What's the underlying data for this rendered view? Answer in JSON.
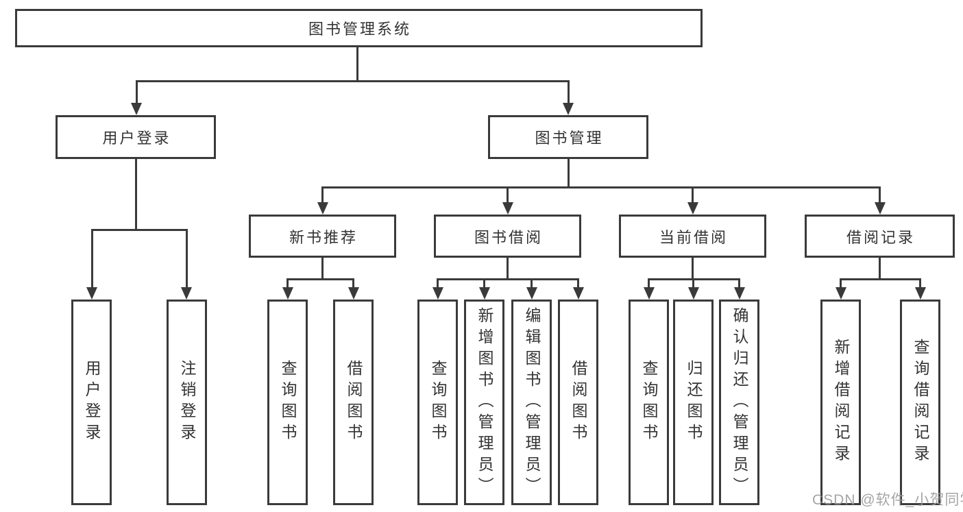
{
  "tree": {
    "root": {
      "label": "图书管理系统"
    },
    "level2": [
      {
        "label": "用户登录"
      },
      {
        "label": "图书管理"
      }
    ],
    "level3": [
      {
        "label": "新书推荐",
        "parent": "图书管理"
      },
      {
        "label": "图书借阅",
        "parent": "图书管理"
      },
      {
        "label": "当前借阅",
        "parent": "图书管理"
      },
      {
        "label": "借阅记录",
        "parent": "图书管理"
      }
    ],
    "leaves": [
      {
        "label": "用户登录",
        "parent": "用户登录"
      },
      {
        "label": "注销登录",
        "parent": "用户登录"
      },
      {
        "label": "查询图书",
        "parent": "新书推荐"
      },
      {
        "label": "借阅图书",
        "parent": "新书推荐"
      },
      {
        "label": "查询图书",
        "parent": "图书借阅"
      },
      {
        "label": "新增图书（管理员）",
        "parent": "图书借阅"
      },
      {
        "label": "编辑图书（管理员）",
        "parent": "图书借阅"
      },
      {
        "label": "借阅图书",
        "parent": "图书借阅"
      },
      {
        "label": "查询图书",
        "parent": "当前借阅"
      },
      {
        "label": "归还图书",
        "parent": "当前借阅"
      },
      {
        "label": "确认归还（管理员）",
        "parent": "当前借阅"
      },
      {
        "label": "新增借阅记录",
        "parent": "借阅记录"
      },
      {
        "label": "查询借阅记录",
        "parent": "借阅记录"
      }
    ]
  },
  "watermark": {
    "text": "CSDN @软件_小贺同学"
  },
  "colors": {
    "line": "#3a3a3a",
    "text": "#333333",
    "watermark": "#9c9c9c",
    "bg": "#ffffff"
  }
}
